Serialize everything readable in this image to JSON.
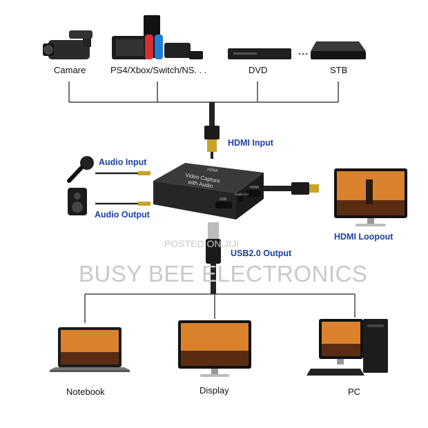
{
  "sources": {
    "camera": "Camare",
    "consoles": "PS4/Xbox/Switch/NS. . .",
    "dvd": "DVD",
    "stb": "STB"
  },
  "connections": {
    "hdmi_input": "HDMI Input",
    "audio_input": "Audio Input",
    "audio_output": "Audio Output",
    "hdmi_loopout": "HDMI Loopout",
    "usb_output": "USB2.0 Output"
  },
  "device": {
    "top_label": "HDMI",
    "face_text_1": "Video Capture",
    "face_text_2": "with Audio",
    "port_usb": "USB",
    "port_audio": "Audio Out",
    "port_hdmi": "HDMI"
  },
  "outputs": {
    "notebook": "Notebook",
    "display": "Display",
    "pc": "PC"
  },
  "watermark": {
    "posted": "POSTED ON JIJI",
    "brand": "BUSY BEE ELECTRONICS"
  },
  "colors": {
    "label_blue": "#1a3fa6",
    "cable": "#222222",
    "line": "#444444",
    "gold": "#c9a227"
  }
}
